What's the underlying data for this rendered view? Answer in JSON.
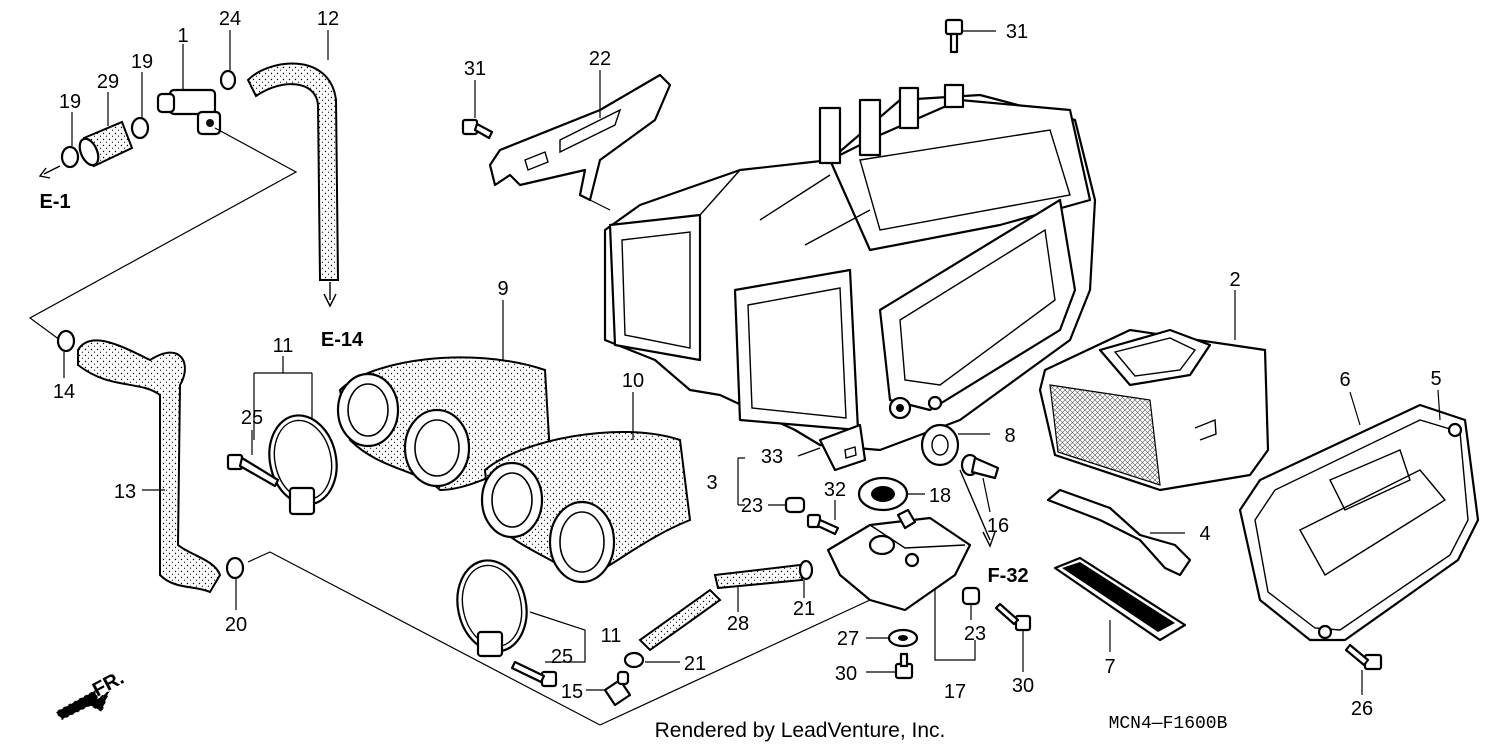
{
  "diagram": {
    "drawing_code": "MCN4—F1600B",
    "watermark": "Rendered by LeadVenture, Inc.",
    "front_marker": "FR.",
    "references": [
      "E-1",
      "E-14",
      "F-32"
    ],
    "callouts": {
      "c1": "1",
      "c2": "2",
      "c3": "3",
      "c4": "4",
      "c5": "5",
      "c6": "6",
      "c7": "7",
      "c8": "8",
      "c9": "9",
      "c10": "10",
      "c11a": "11",
      "c11b": "11",
      "c12": "12",
      "c13": "13",
      "c14": "14",
      "c15": "15",
      "c16": "16",
      "c17": "17",
      "c18": "18",
      "c19a": "19",
      "c19b": "19",
      "c20": "20",
      "c21a": "21",
      "c21b": "21",
      "c22": "22",
      "c23a": "23",
      "c23b": "23",
      "c24": "24",
      "c25a": "25",
      "c25b": "25",
      "c26": "26",
      "c27": "27",
      "c28": "28",
      "c29": "29",
      "c30a": "30",
      "c30b": "30",
      "c31a": "31",
      "c31b": "31",
      "c32": "32",
      "c33": "33"
    }
  }
}
